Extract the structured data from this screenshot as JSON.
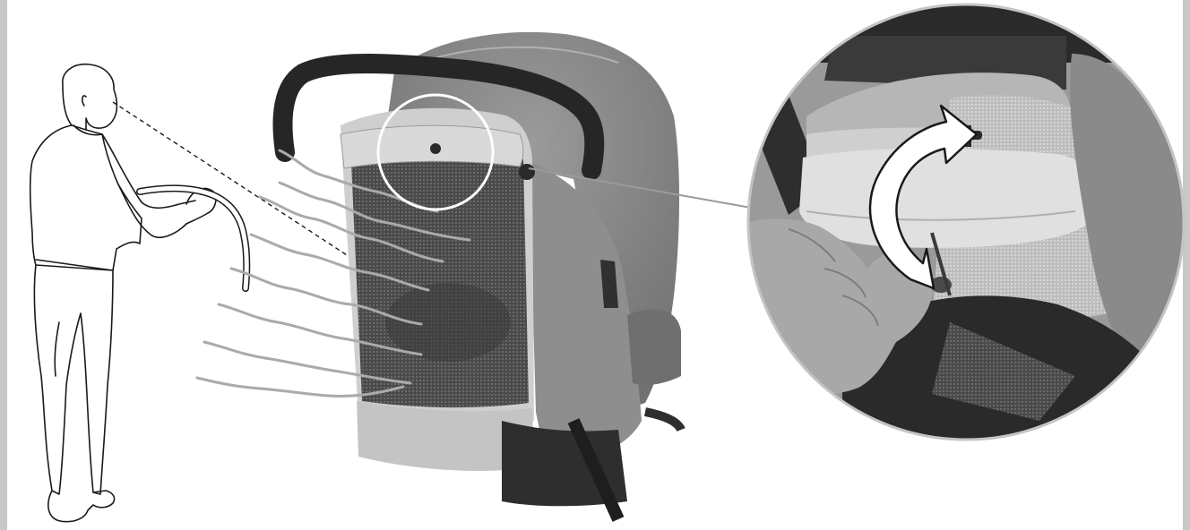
{
  "figure": {
    "type": "instruction-illustration",
    "parts": [
      "parent-figure",
      "line-of-sight",
      "stroller-canopy",
      "airflow-lines",
      "detail-highlight-circle",
      "zoom-callout-magnifier",
      "flip-arrow"
    ]
  },
  "colors": {
    "side_bar": "#c8c8c8",
    "line_art": "#1a1a1a",
    "wind_lines": "#aaaaaa",
    "canopy_dark": "#8a8a8a",
    "canopy_light": "#cfcfcf",
    "mesh": "#5a5a5a",
    "handle": "#262626",
    "highlight": "#ffffff",
    "arrow_fill": "#ffffff",
    "magnifier_bg": "#9a9a9a"
  }
}
